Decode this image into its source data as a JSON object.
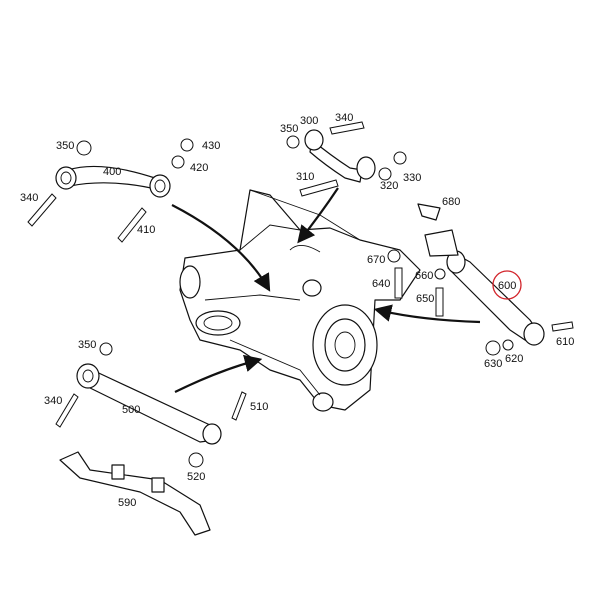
{
  "highlight_color": "#d2232a",
  "highlighted_part": "600",
  "labels": {
    "p300": "300",
    "p310": "310",
    "p320": "320",
    "p330": "330",
    "p340a": "340",
    "p340b": "340",
    "p340c": "340",
    "p350a": "350",
    "p350b": "350",
    "p350c": "350",
    "p400": "400",
    "p410": "410",
    "p420": "420",
    "p430": "430",
    "p500": "500",
    "p510": "510",
    "p520": "520",
    "p590": "590",
    "p600": "600",
    "p610": "610",
    "p620": "620",
    "p630": "630",
    "p640": "640",
    "p650": "650",
    "p660": "660",
    "p670": "670",
    "p680": "680"
  }
}
